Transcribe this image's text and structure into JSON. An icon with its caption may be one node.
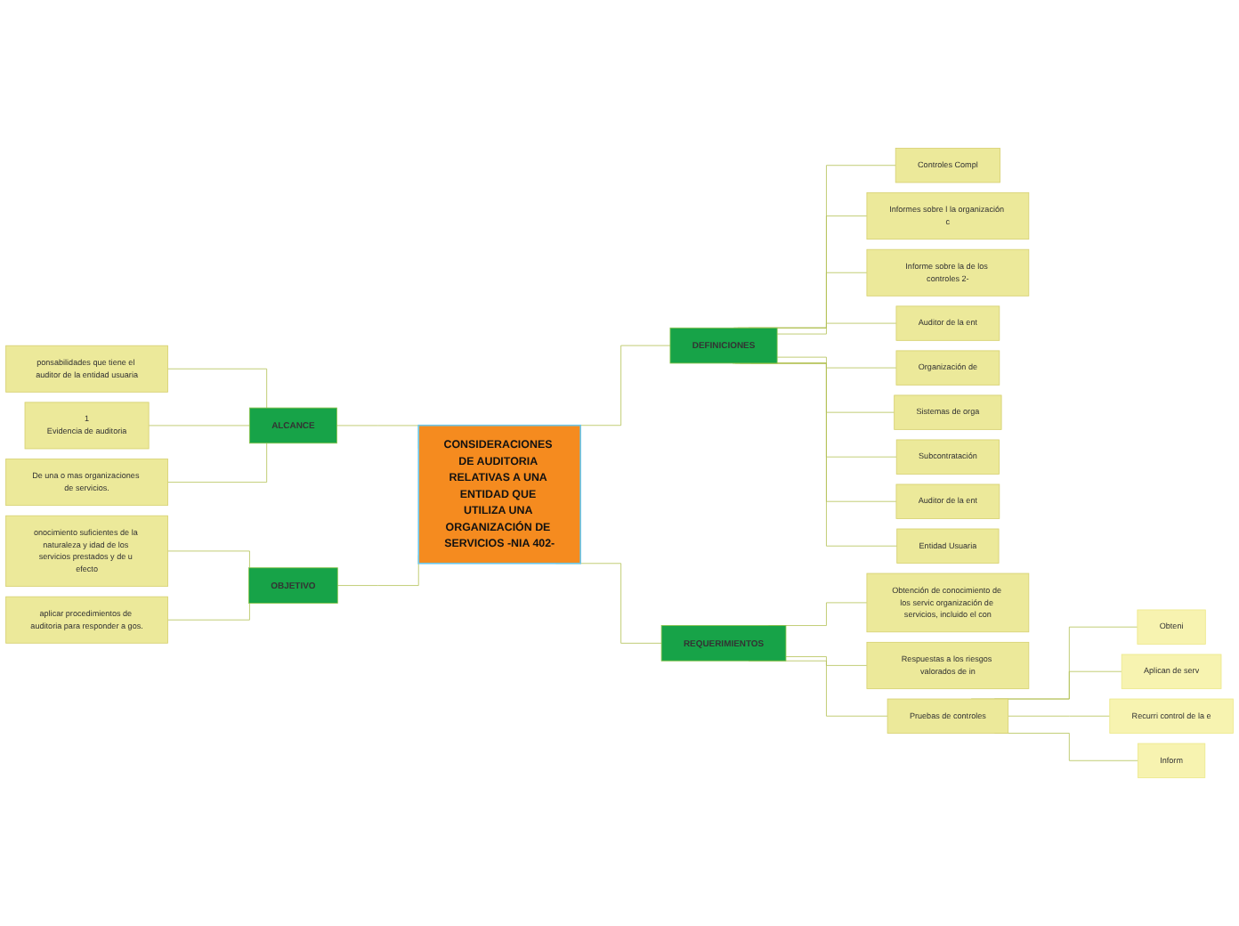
{
  "diagram": {
    "nodes": [
      {
        "text": [
          "CONSIDERACIONES DE AUDITORIA RELATIVAS A UNA ENTIDAD QUE UTILIZA UNA ORGANIZACIÓN DE SERVICIOS -NIA 402-"
        ]
      },
      {
        "text": [
          "ALCANCE"
        ]
      },
      {
        "text": [
          "ponsabilidades que tiene el auditor de la entidad usuaria"
        ]
      },
      {
        "text": [
          "1",
          "Evidencia de auditoria"
        ]
      },
      {
        "text": [
          "De una o mas organizaciones de servicios."
        ]
      },
      {
        "text": [
          "OBJETIVO"
        ]
      },
      {
        "text": [
          "onocimiento suficientes de la naturaleza y idad de los servicios prestados y de u efecto"
        ]
      },
      {
        "text": [
          "aplicar procedimientos de auditoria para responder a gos."
        ]
      },
      {
        "text": [
          "DEFINICIONES"
        ]
      },
      {
        "text": [
          "Controles Compl"
        ]
      },
      {
        "text": [
          "Informes sobre l la organización c"
        ]
      },
      {
        "text": [
          "Informe sobre la de los controles 2-"
        ]
      },
      {
        "text": [
          "Auditor de la ent"
        ]
      },
      {
        "text": [
          "Organización de"
        ]
      },
      {
        "text": [
          "Sistemas de orga"
        ]
      },
      {
        "text": [
          "Subcontratación"
        ]
      },
      {
        "text": [
          "Auditor de la ent"
        ]
      },
      {
        "text": [
          "Entidad Usuaria"
        ]
      },
      {
        "text": [
          "REQUERIMIENTOS"
        ]
      },
      {
        "text": [
          "Obtención de conocimiento de los servic organización de servicios, incluido el con"
        ]
      },
      {
        "text": [
          "Respuestas a los riesgos valorados de in"
        ]
      },
      {
        "text": [
          "Pruebas de controles"
        ]
      },
      {
        "text": [
          "Obteni"
        ]
      },
      {
        "text": [
          "Aplican de serv"
        ]
      },
      {
        "text": [
          "Recurri control de la e"
        ]
      },
      {
        "text": [
          "Inform"
        ]
      }
    ],
    "edges": [
      {
        "from": 2,
        "to": 1,
        "arrow": "none"
      },
      {
        "from": 3,
        "to": 1,
        "arrow": "none"
      },
      {
        "from": 4,
        "to": 1,
        "arrow": "none"
      },
      {
        "from": 1,
        "to": 0,
        "arrow": "none"
      },
      {
        "from": 6,
        "to": 5,
        "arrow": "none"
      },
      {
        "from": 7,
        "to": 5,
        "arrow": "none"
      },
      {
        "from": 5,
        "to": 0,
        "arrow": "none"
      },
      {
        "from": 0,
        "to": 8,
        "arrow": "none"
      },
      {
        "from": 8,
        "to": 9,
        "arrow": "none"
      },
      {
        "from": 8,
        "to": 10,
        "arrow": "none"
      },
      {
        "from": 8,
        "to": 11,
        "arrow": "none"
      },
      {
        "from": 8,
        "to": 12,
        "arrow": "none"
      },
      {
        "from": 8,
        "to": 13,
        "arrow": "none"
      },
      {
        "from": 8,
        "to": 14,
        "arrow": "none"
      },
      {
        "from": 8,
        "to": 15,
        "arrow": "none"
      },
      {
        "from": 8,
        "to": 16,
        "arrow": "none"
      },
      {
        "from": 8,
        "to": 17,
        "arrow": "none"
      },
      {
        "from": 0,
        "to": 18,
        "arrow": "none"
      },
      {
        "from": 18,
        "to": 19,
        "arrow": "none"
      },
      {
        "from": 18,
        "to": 20,
        "arrow": "none"
      },
      {
        "from": 18,
        "to": 21,
        "arrow": "none"
      },
      {
        "from": 21,
        "to": 22,
        "arrow": "none"
      },
      {
        "from": 21,
        "to": 23,
        "arrow": "none"
      },
      {
        "from": 21,
        "to": 24,
        "arrow": "none"
      },
      {
        "from": 21,
        "to": 25,
        "arrow": "none"
      }
    ]
  }
}
